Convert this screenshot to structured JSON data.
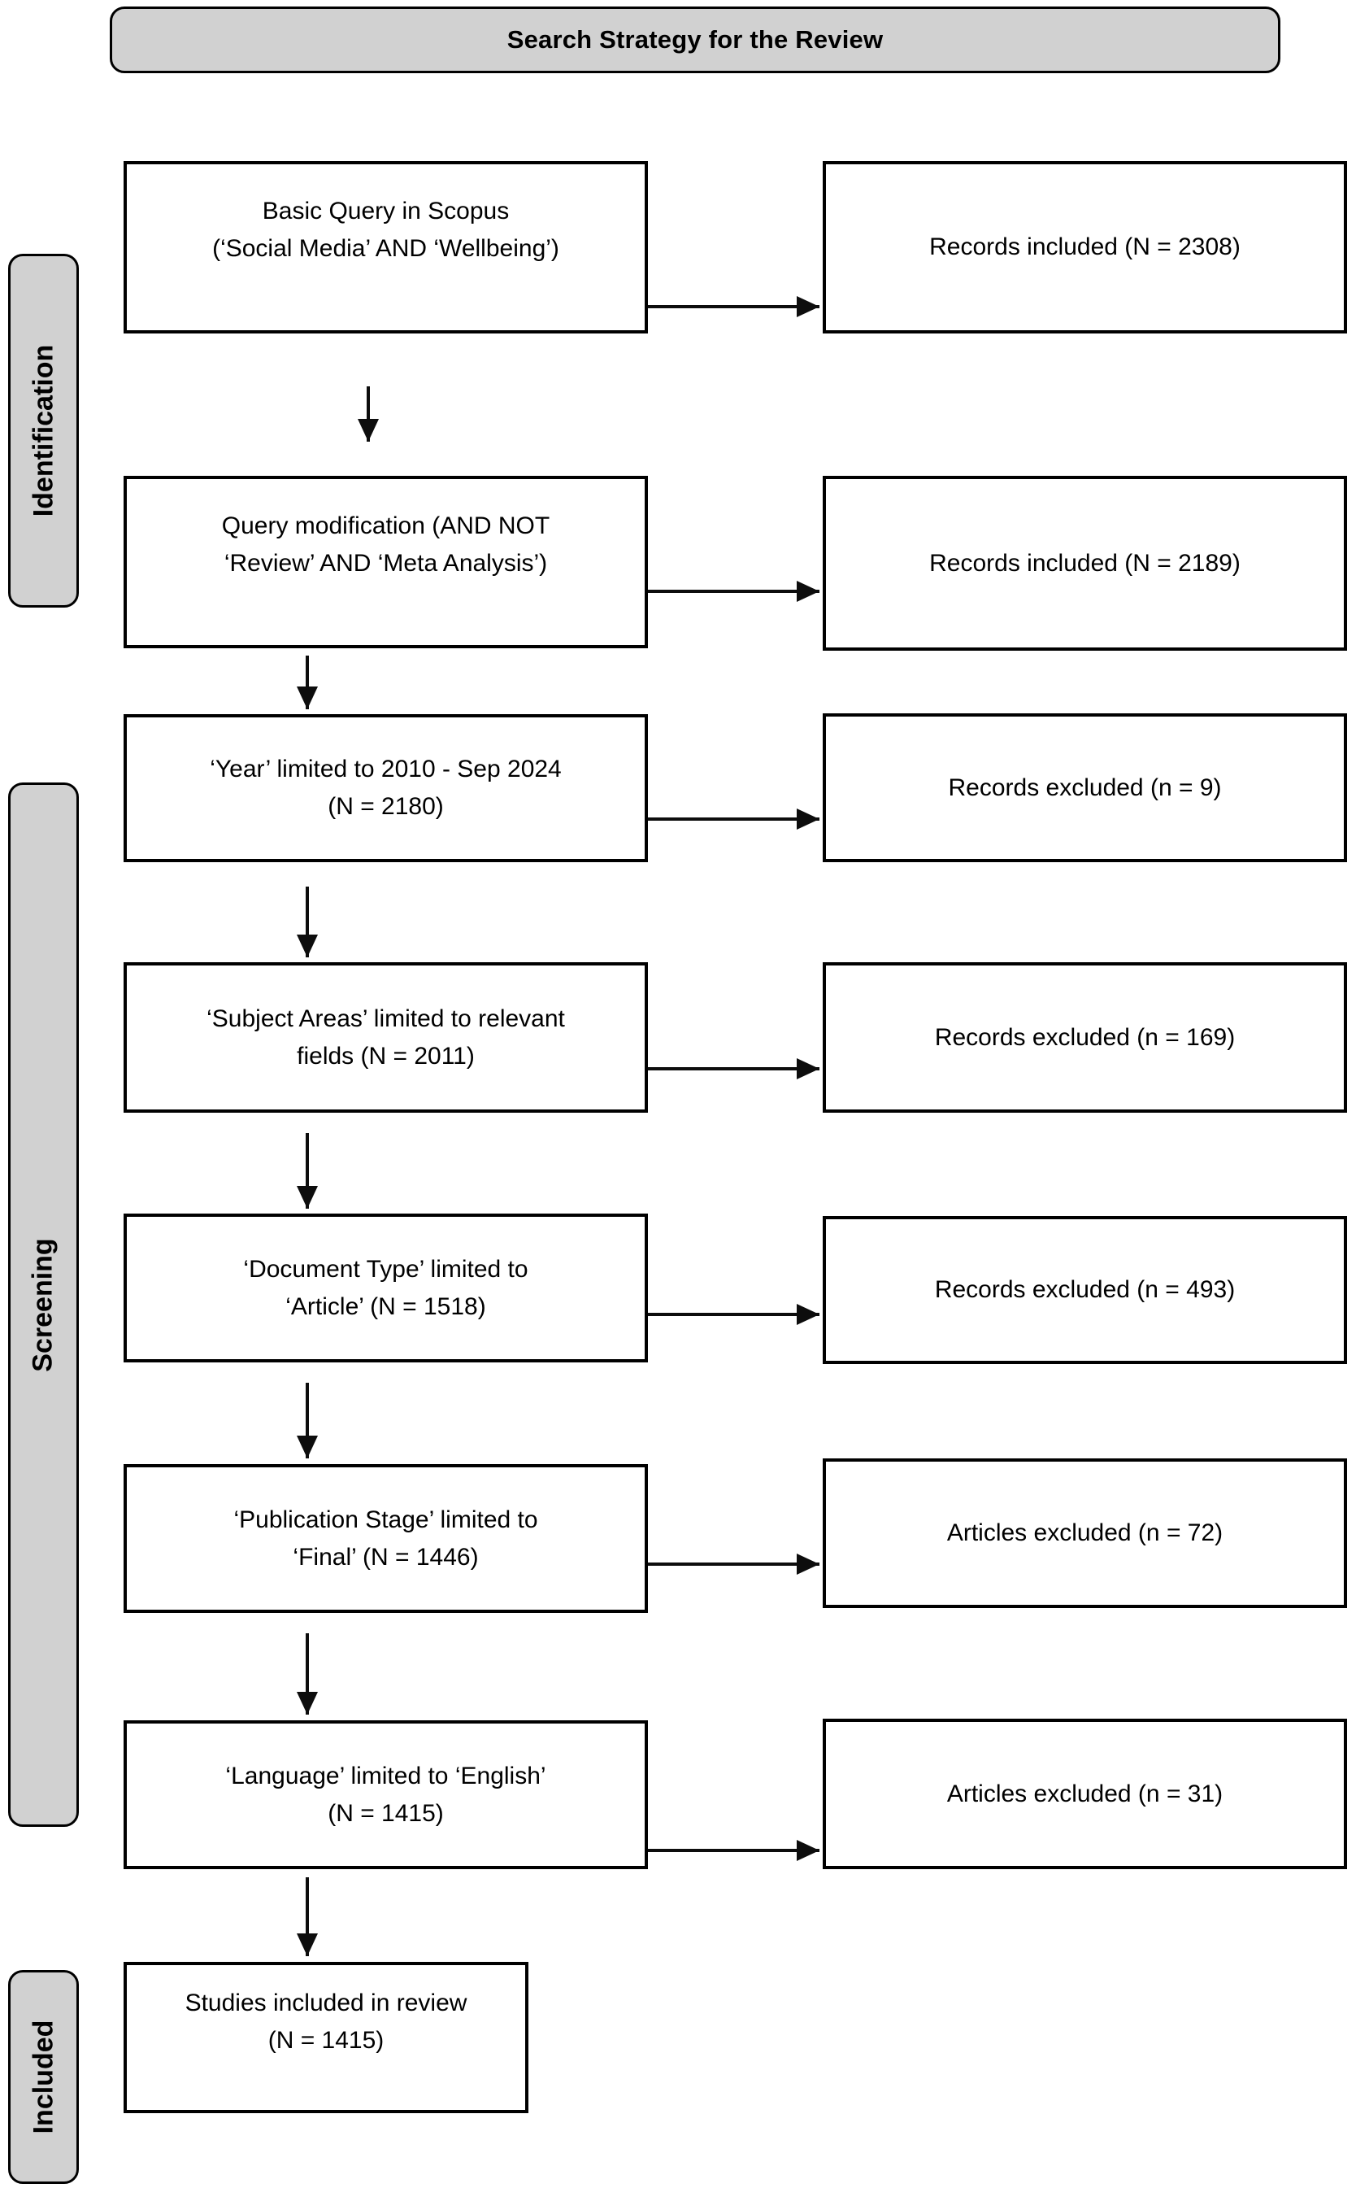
{
  "title": {
    "text": "Search Strategy for the Review"
  },
  "stages": [
    {
      "id": "identification",
      "label": "Identification"
    },
    {
      "id": "screening",
      "label": "Screening"
    },
    {
      "id": "included",
      "label": "Included"
    }
  ],
  "flow": {
    "steps": [
      {
        "left": "Basic Query in Scopus\n(‘Social Media’ AND ‘Wellbeing’)",
        "right": "Records included (N = 2308)"
      },
      {
        "left": "Query modification (AND NOT\n‘Review’ AND ‘Meta Analysis’)",
        "right": "Records included (N = 2189)"
      },
      {
        "left": "‘Year’ limited to 2010 - Sep 2024\n(N = 2180)",
        "right": "Records excluded (n = 9)"
      },
      {
        "left": "‘Subject Areas’ limited to relevant\nfields (N = 2011)",
        "right": "Records excluded (n = 169)"
      },
      {
        "left": "‘Document Type’ limited to\n‘Article’ (N = 1518)",
        "right": "Records excluded (n = 493)"
      },
      {
        "left": "‘Publication Stage’ limited to\n‘Final’ (N = 1446)",
        "right": "Articles excluded (n = 72)"
      },
      {
        "left": "‘Language’ limited to ‘English’\n(N = 1415)",
        "right": "Articles excluded (n = 31)"
      }
    ],
    "final": "Studies included in review\n(N = 1415)"
  },
  "colors": {
    "box_fill": "#ffffff",
    "label_fill": "#d1d1d1",
    "line": "#0d0d0d"
  }
}
